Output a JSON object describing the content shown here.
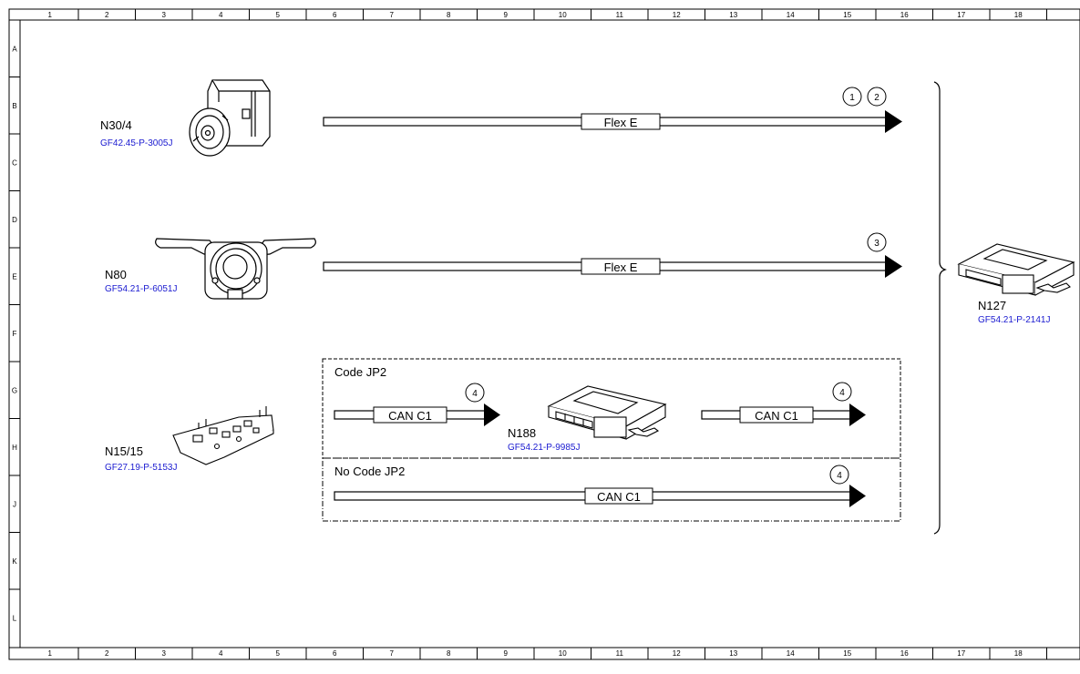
{
  "grid": {
    "columns": [
      "1",
      "2",
      "3",
      "4",
      "5",
      "6",
      "7",
      "8",
      "9",
      "10",
      "11",
      "12",
      "13",
      "14",
      "15",
      "16",
      "17",
      "18"
    ],
    "rows": [
      "A",
      "B",
      "C",
      "D",
      "E",
      "F",
      "G",
      "H",
      "J",
      "K",
      "L"
    ]
  },
  "components": {
    "n30_4": {
      "id": "N30/4",
      "ref": "GF42.45-P-3005J",
      "icon": "ignition-switch-icon"
    },
    "n80": {
      "id": "N80",
      "ref": "GF54.21-P-6051J",
      "icon": "steering-column-module-icon"
    },
    "n15_15": {
      "id": "N15/15",
      "ref": "GF27.19-P-5153J",
      "icon": "circuit-board-icon"
    },
    "n188": {
      "id": "N188",
      "ref": "GF54.21-P-9985J",
      "icon": "control-unit-icon"
    },
    "n127": {
      "id": "N127",
      "ref": "GF54.21-P-2141J",
      "icon": "control-unit-icon"
    }
  },
  "buses": {
    "flex_1": {
      "label": "Flex E",
      "markers": [
        "1",
        "2"
      ]
    },
    "flex_2": {
      "label": "Flex E",
      "markers": [
        "3"
      ]
    },
    "can_jp2_left": {
      "label": "CAN C1",
      "markers": [
        "4"
      ]
    },
    "can_jp2_right": {
      "label": "CAN C1",
      "markers": [
        "4"
      ]
    },
    "can_nojp2": {
      "label": "CAN C1",
      "markers": [
        "4"
      ]
    }
  },
  "regions": {
    "code_jp2": {
      "label": "Code JP2"
    },
    "no_code_jp2": {
      "label": "No Code JP2"
    }
  },
  "colors": {
    "ref_link": "#1a1ad0",
    "line": "#000000"
  }
}
